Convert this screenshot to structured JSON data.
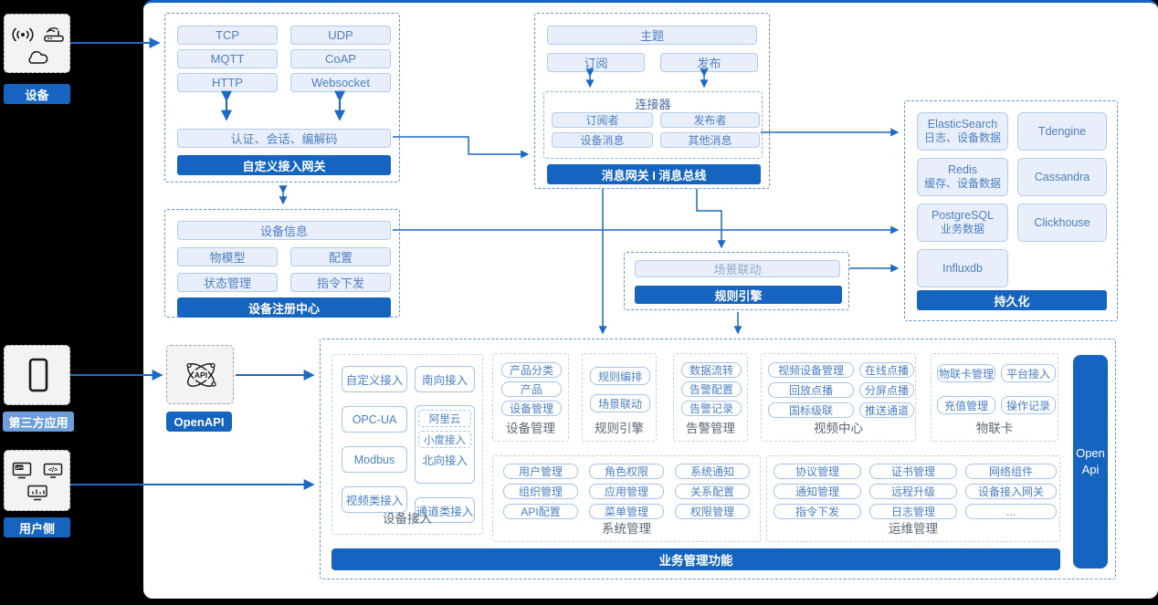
{
  "colors": {
    "accent": "#1565c0",
    "line": "#1c6ac6",
    "chip_text": "#4d80c4",
    "light_label": "#6d9ed9"
  },
  "left_rail": {
    "device": {
      "label": "设备",
      "icons": [
        "signal-icon",
        "router-icon",
        "cloud-icon"
      ]
    },
    "third_party": {
      "label": "第三方应用",
      "icons": [
        "phone-icon"
      ]
    },
    "user_side": {
      "label": "用户侧",
      "icons": [
        "app-icon",
        "code-icon",
        "monitor-icon"
      ]
    }
  },
  "openapi": {
    "label": "OpenAPI",
    "icon": "api-network-icon"
  },
  "gateway": {
    "protocols": [
      "TCP",
      "UDP",
      "MQTT",
      "CoAP",
      "HTTP",
      "Websocket"
    ],
    "session": "认证、会话、编解码",
    "title": "自定义接入网关"
  },
  "registry": {
    "info": "设备信息",
    "chips": [
      "物模型",
      "配置",
      "状态管理",
      "指令下发"
    ],
    "title": "设备注册中心"
  },
  "message": {
    "topic": "主题",
    "subscribe": "订阅",
    "publish": "发布",
    "connector_title": "连接器",
    "connector_chips": [
      "订阅者",
      "发布者",
      "设备消息",
      "其他消息"
    ],
    "title": "消息网关 I 消息总线"
  },
  "persistence": {
    "dbs": [
      {
        "name": "ElasticSearch",
        "sub": "日志、设备数据"
      },
      {
        "name": "Tdengine",
        "sub": ""
      },
      {
        "name": "Redis",
        "sub": "缓存、设备数据"
      },
      {
        "name": "Cassandra",
        "sub": ""
      },
      {
        "name": "PostgreSQL",
        "sub": "业务数据"
      },
      {
        "name": "Clickhouse",
        "sub": ""
      },
      {
        "name": "Influxdb",
        "sub": ""
      }
    ],
    "title": "持久化"
  },
  "rule_engine": {
    "chip": "场景联动",
    "title": "规则引擎"
  },
  "business": {
    "device_access": {
      "label": "设备接入",
      "left_chips": [
        "自定义接入",
        "OPC-UA",
        "Modbus",
        "视频类接入"
      ],
      "top_right": "南向接入",
      "north_group": {
        "dashed": [
          "阿里云",
          "小度接入"
        ],
        "label": "北向接入"
      },
      "bottom_right": "通道类接入"
    },
    "device_mgmt": {
      "label": "设备管理",
      "chips": [
        "产品分类",
        "产品",
        "设备管理"
      ]
    },
    "rule": {
      "label": "规则引擎",
      "chips": [
        "规则编排",
        "场景联动"
      ]
    },
    "alarm": {
      "label": "告警管理",
      "chips": [
        "数据流转",
        "告警配置",
        "告警记录"
      ]
    },
    "video": {
      "label": "视频中心",
      "chips": [
        "视频设备管理",
        "在线点播",
        "回放点播",
        "分屏点播",
        "国标级联",
        "推送通道"
      ]
    },
    "iot_card": {
      "label": "物联卡",
      "chips": [
        "物联卡管理",
        "平台接入",
        "充值管理",
        "操作记录"
      ]
    },
    "system": {
      "label": "系统管理",
      "chips": [
        "用户管理",
        "角色权限",
        "系统通知",
        "组织管理",
        "应用管理",
        "关系配置",
        "API配置",
        "菜单管理",
        "权限管理"
      ]
    },
    "ops": {
      "label": "运维管理",
      "chips": [
        "协议管理",
        "证书管理",
        "网络组件",
        "通知管理",
        "远程升级",
        "设备接入网关",
        "指令下发",
        "日志管理",
        "..."
      ]
    },
    "open_api_bar": "Open Api",
    "title": "业务管理功能"
  }
}
